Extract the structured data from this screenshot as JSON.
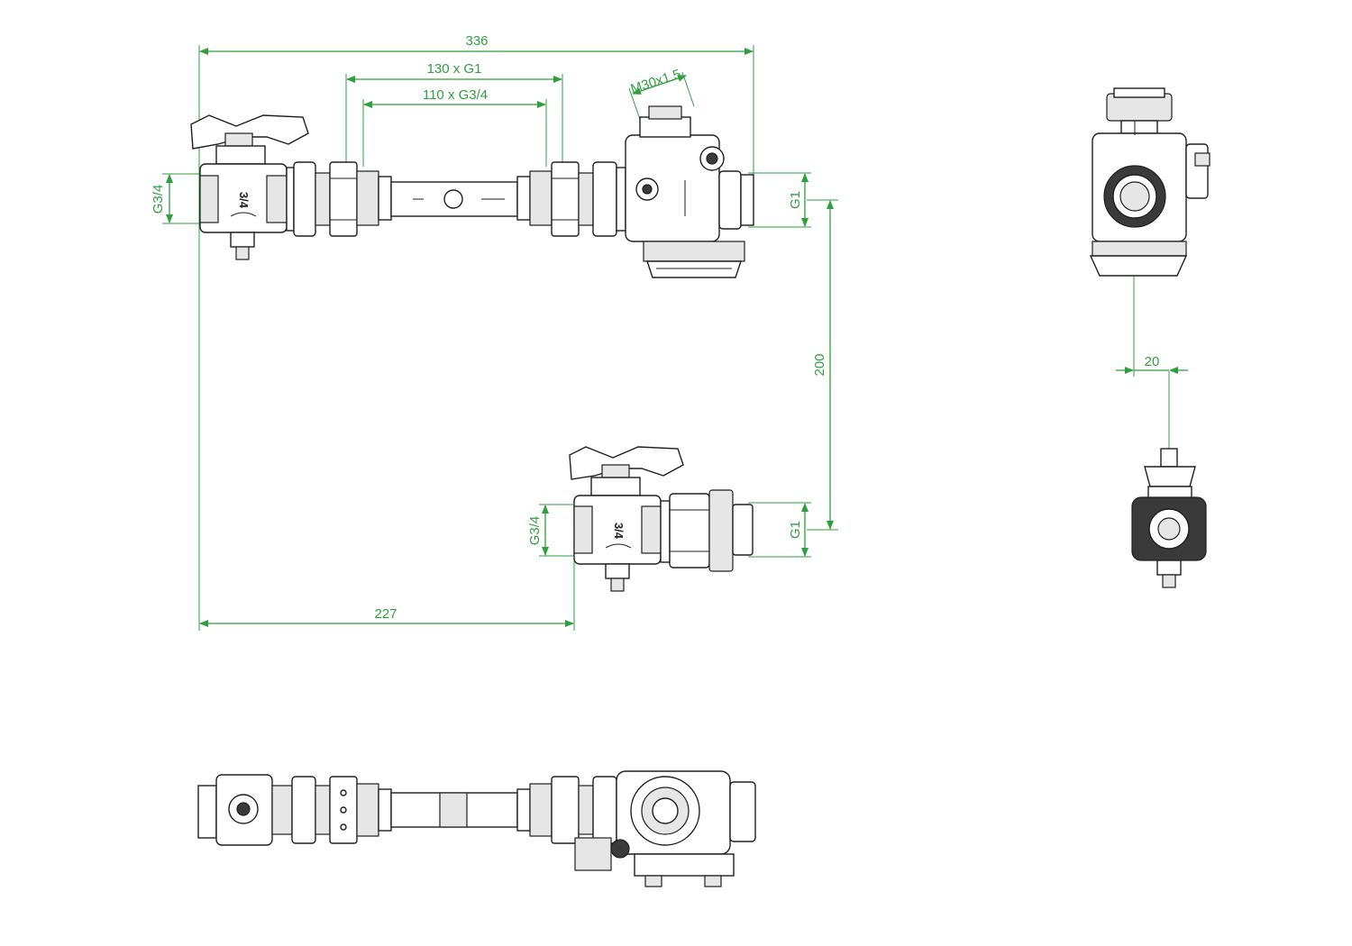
{
  "dimensions": {
    "overall_length": "336",
    "pipe_length_g1": "130 x G1",
    "pipe_length_g34": "110 x G3/4",
    "thread_m30": "M30x1.5",
    "inlet_thread_top": "G3/4",
    "outlet_thread_top": "G1",
    "vertical_offset": "200",
    "inlet_thread_bottom": "G3/4",
    "outlet_thread_bottom": "G1",
    "bottom_offset": "227",
    "side_offset": "20"
  },
  "markings": {
    "valve_size_top": "3/4",
    "valve_size_bottom": "3/4"
  },
  "colors": {
    "dimension": "#2e9e3e",
    "outline": "#1f1f1f"
  }
}
